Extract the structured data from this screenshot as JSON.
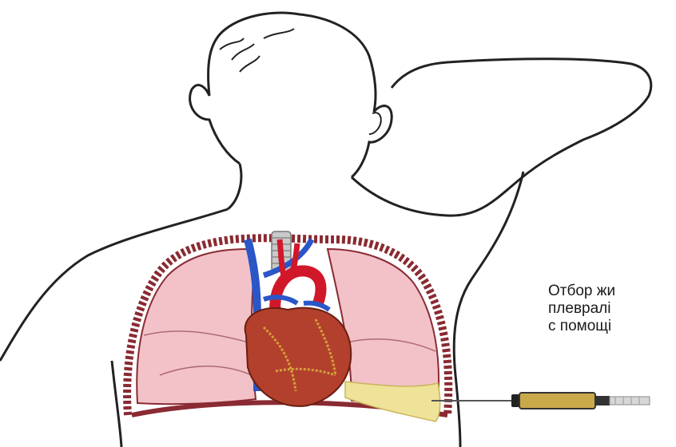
{
  "illustration": {
    "subject": "torso-with-thoracic-organs",
    "colors": {
      "outline": "#222222",
      "lung": "#f2c2c8",
      "lung_edge": "#8a2a32",
      "heart": "#c0392b",
      "heart_surface": "#9a5a2a",
      "vein": "#2a56c8",
      "artery": "#d0182a",
      "fluid": "#efe39a",
      "syringe_barrel": "#c9a94a"
    }
  },
  "caption": {
    "line1": "Отбор жи",
    "line2": "плевралі",
    "line3": "с помощі"
  }
}
